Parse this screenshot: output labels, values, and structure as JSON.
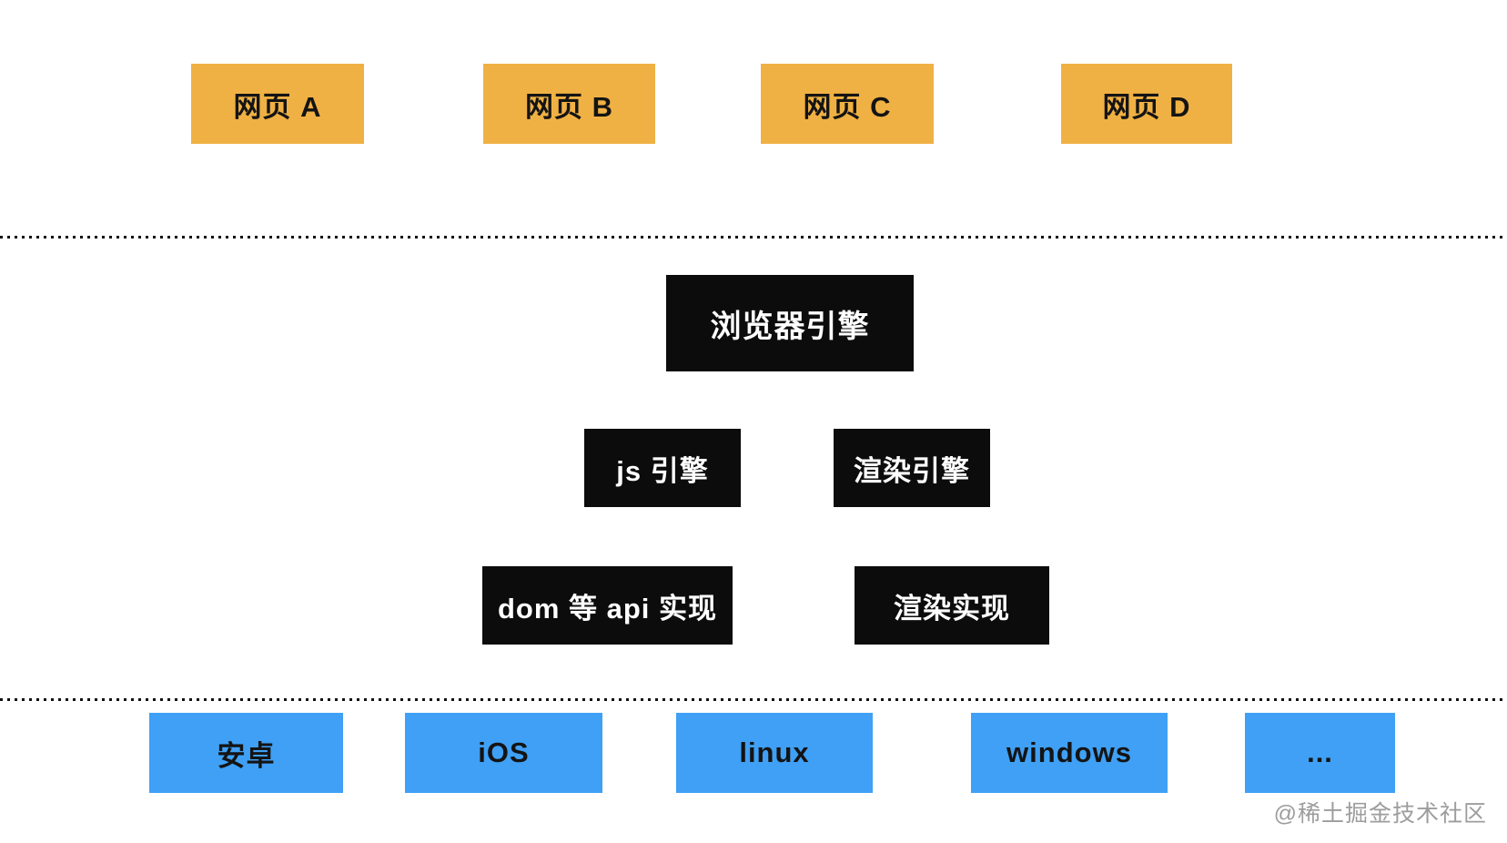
{
  "diagram": {
    "title_hint": "browser-architecture-diagram",
    "webpages": [
      "网页 A",
      "网页 B",
      "网页 C",
      "网页 D"
    ],
    "browser_engine": "浏览器引擎",
    "js_engine": "js 引擎",
    "render_engine": "渲染引擎",
    "dom_api_impl": "dom 等 api 实现",
    "render_impl": "渲染实现",
    "platforms": [
      "安卓",
      "iOS",
      "linux",
      "windows",
      "..."
    ]
  },
  "watermark": "@稀土掘金技术社区",
  "colors": {
    "webpage_box": "#F0B144",
    "engine_box": "#0C0C0C",
    "platform_box": "#3FA0F5",
    "box_text_dark": "#141414",
    "box_text_light": "#FFFFFF",
    "dotted_line": "#111111",
    "watermark": "#9D9D9D"
  }
}
